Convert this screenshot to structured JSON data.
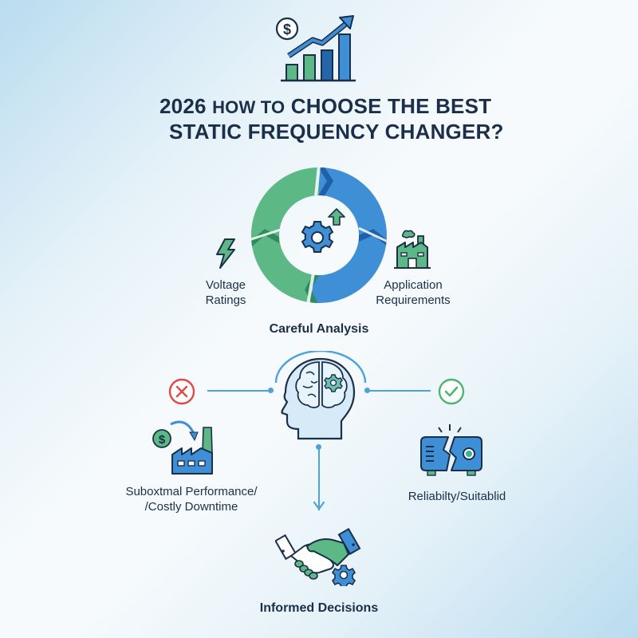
{
  "header": {
    "icon": "growth-chart-dollar-icon",
    "title_line1_year": "2026",
    "title_line1_howto": "HOW TO",
    "title_line1_rest": "CHOOSE THE BEST",
    "title_line2": "STATIC FREQUENCY CHANGER?"
  },
  "cycle": {
    "center_icon": "gear-up-arrow-icon",
    "left": {
      "icon": "lightning-bolt-icon",
      "label_line1": "Voltage",
      "label_line2": "Ratings"
    },
    "right": {
      "icon": "factory-icon",
      "label_line1": "Application",
      "label_line2": "Requirements"
    },
    "caption": "Careful Analysis"
  },
  "decision": {
    "center_icon": "brain-head-gear-icon",
    "negative": {
      "status_icon": "x-circle-icon",
      "icon": "factory-cost-icon",
      "label_line1": "Suboxtmal Performance/",
      "label_line2": "/Costly Downtime"
    },
    "positive": {
      "status_icon": "check-circle-icon",
      "icon": "broken-machine-icon",
      "label": "Reliabilty/Suitablid"
    }
  },
  "outcome": {
    "icon": "handshake-gear-icon",
    "label": "Informed Decisions"
  },
  "colors": {
    "navy": "#1b2f4a",
    "green": "#5cb885",
    "green_dark": "#2f8a5c",
    "blue": "#3f8fd6",
    "blue_dark": "#2060a8",
    "line_blue": "#4aa3dc",
    "red": "#e04848",
    "check_green": "#4fb46e"
  }
}
